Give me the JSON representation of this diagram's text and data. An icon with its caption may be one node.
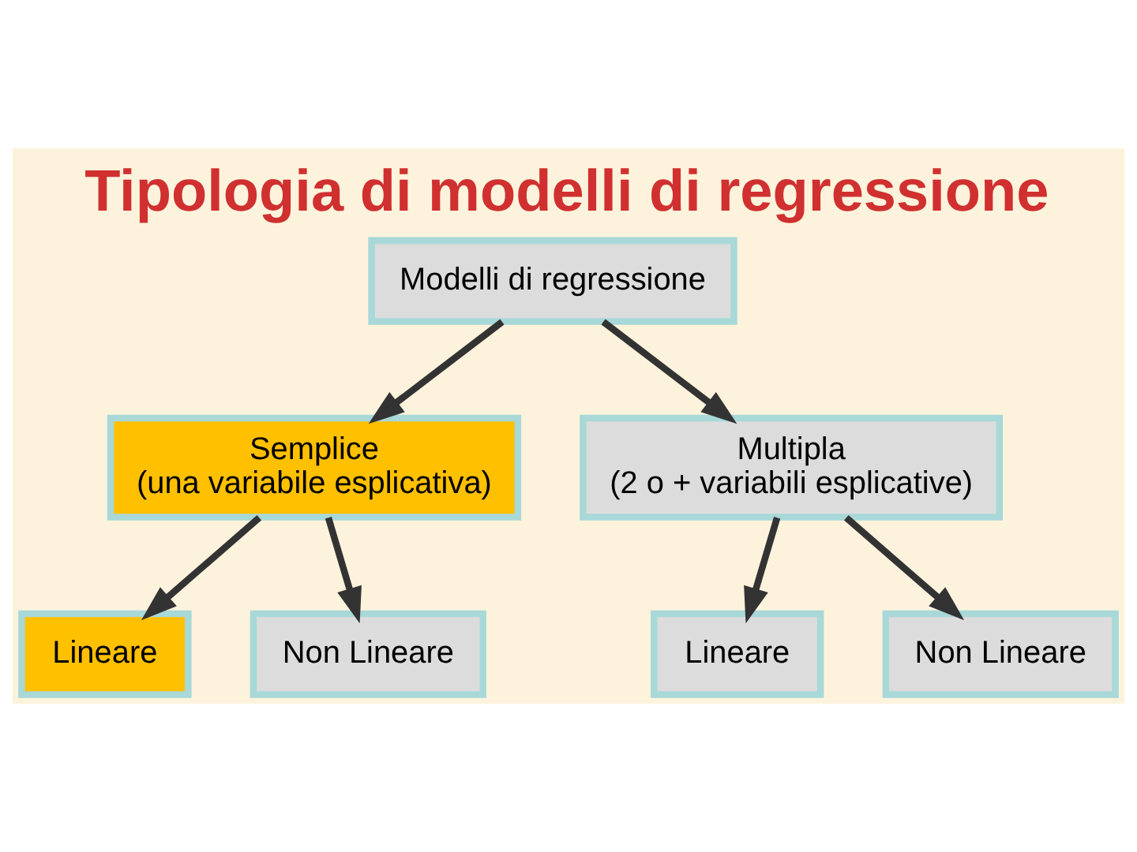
{
  "diagram": {
    "title": "Tipologia di modelli di regressione",
    "nodes": [
      {
        "text": [
          "Modelli di regressione"
        ]
      },
      {
        "text": [
          "Semplice",
          "(una variabile esplicativa)"
        ]
      },
      {
        "text": [
          "Multipla",
          "(2 o + variabili esplicative)"
        ]
      },
      {
        "text": [
          "Lineare"
        ]
      },
      {
        "text": [
          "Non Lineare"
        ]
      },
      {
        "text": [
          "Lineare"
        ]
      },
      {
        "text": [
          "Non Lineare"
        ]
      }
    ],
    "edges": [
      {
        "from": 0,
        "to": 1,
        "arrow": "to"
      },
      {
        "from": 0,
        "to": 2,
        "arrow": "to"
      },
      {
        "from": 1,
        "to": 3,
        "arrow": "to"
      },
      {
        "from": 1,
        "to": 4,
        "arrow": "to"
      },
      {
        "from": 2,
        "to": 5,
        "arrow": "to"
      },
      {
        "from": 2,
        "to": 6,
        "arrow": "to"
      }
    ]
  }
}
